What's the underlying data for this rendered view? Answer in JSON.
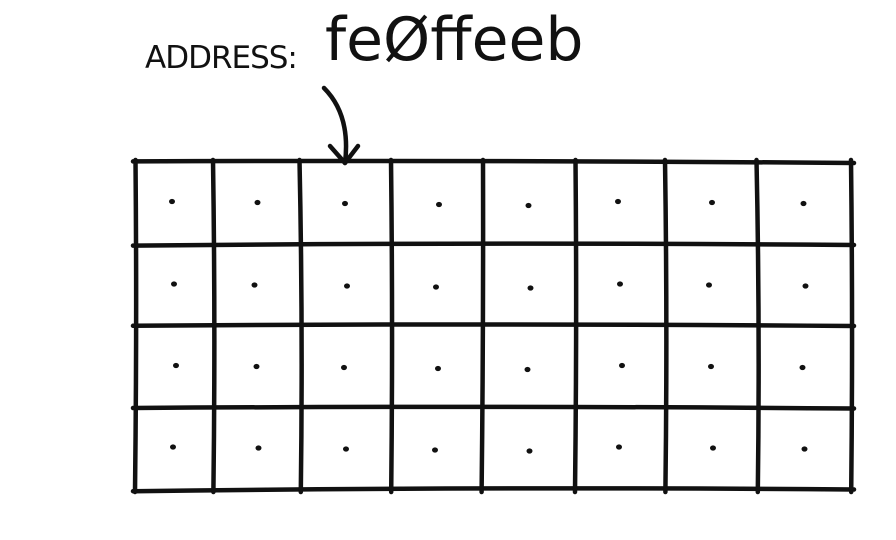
{
  "label": {
    "prefix": "ADDRESS:",
    "address": "feØffeeb"
  },
  "memory_grid": {
    "rows": 4,
    "columns": 8,
    "cell_content": "dot"
  }
}
